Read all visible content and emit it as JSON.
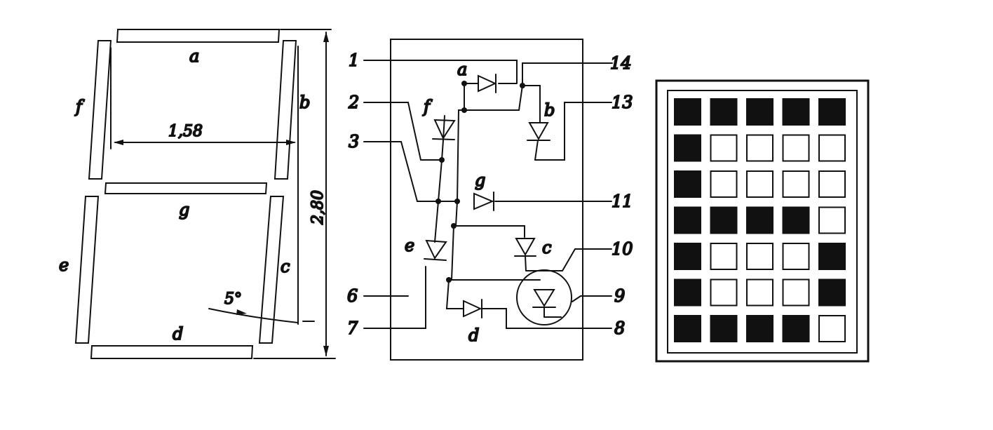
{
  "segment_figure": {
    "segments": {
      "a": "a",
      "b": "b",
      "c": "c",
      "d": "d",
      "e": "e",
      "f": "f",
      "g": "g"
    },
    "dim_width": "1,58",
    "dim_height": "2,80",
    "angle": "5°"
  },
  "circuit": {
    "pins_left": [
      "1",
      "2",
      "3",
      "6",
      "7"
    ],
    "pins_right": [
      "14",
      "13",
      "11",
      "10",
      "9",
      "8"
    ],
    "diode_labels": {
      "a": "a",
      "b": "b",
      "c": "c",
      "d": "d",
      "e": "e",
      "f": "f",
      "g": "g"
    }
  },
  "dot_matrix": {
    "rows": 7,
    "cols": 5,
    "pattern": [
      [
        1,
        1,
        1,
        1,
        1
      ],
      [
        1,
        0,
        0,
        0,
        0
      ],
      [
        1,
        0,
        0,
        0,
        0
      ],
      [
        1,
        1,
        1,
        1,
        0
      ],
      [
        1,
        0,
        0,
        0,
        1
      ],
      [
        1,
        0,
        0,
        0,
        1
      ],
      [
        1,
        1,
        1,
        1,
        0
      ]
    ],
    "colors": {
      "lit": "#111111",
      "unlit": "#ffffff"
    }
  }
}
